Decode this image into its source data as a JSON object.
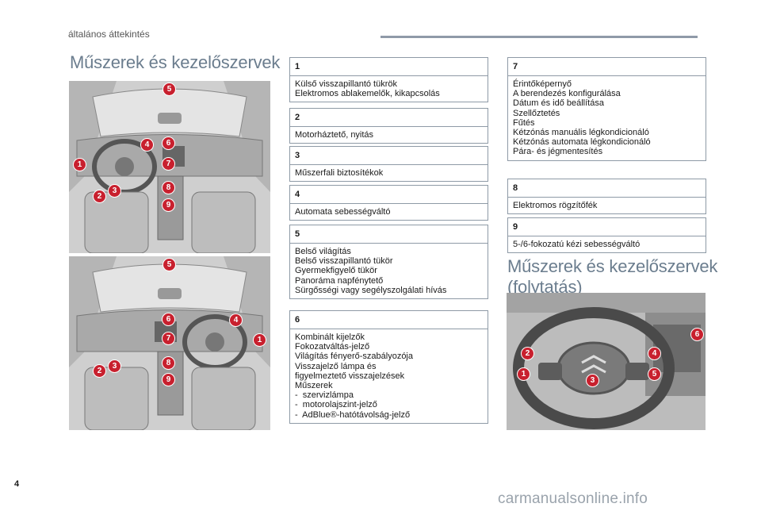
{
  "header": {
    "section": "általános áttekintés"
  },
  "page_number": "4",
  "titles": {
    "main": "Műszerek és kezelőszervek",
    "continued_line1": "Műszerek és kezelőszervek",
    "continued_line2": "(folytatás)"
  },
  "photos": {
    "top_badges": [
      "5",
      "4",
      "6",
      "1",
      "7",
      "8",
      "3",
      "2",
      "9"
    ],
    "bottom_badges": [
      "5",
      "6",
      "4",
      "1",
      "7",
      "8",
      "3",
      "2",
      "9"
    ],
    "wheel_badges": [
      "6",
      "2",
      "4",
      "5",
      "1",
      "3"
    ]
  },
  "boxes": [
    {
      "num": "1",
      "lines": [
        "Külső visszapillantó tükrök",
        "Elektromos ablakemelők, kikapcsolás"
      ]
    },
    {
      "num": "2",
      "lines": [
        "Motorháztető, nyitás"
      ]
    },
    {
      "num": "3",
      "lines": [
        "Műszerfali biztosítékok"
      ]
    },
    {
      "num": "4",
      "lines": [
        "Automata sebességváltó"
      ]
    },
    {
      "num": "5",
      "lines": [
        "Belső világítás",
        "Belső visszapillantó tükör",
        "Gyermekfigyelő tükör",
        "Panoráma napfénytető",
        "Sürgősségi vagy segélyszolgálati hívás"
      ]
    },
    {
      "num": "6",
      "lines": [
        "Kombinált kijelzők",
        "Fokozatváltás-jelző",
        "Világítás fényerő-szabályozója",
        "Visszajelző lámpa és",
        "figyelmeztető visszajelzések",
        "Műszerek",
        "-  szervizlámpa",
        "-  motorolajszint-jelző",
        "-  AdBlue®-hatótávolság-jelző"
      ]
    },
    {
      "num": "7",
      "lines": [
        "Érintőképernyő",
        "A berendezés konfigurálása",
        "Dátum és idő beállítása",
        "Szellőztetés",
        "Fűtés",
        "Kétzónás manuális légkondicionáló",
        "Kétzónás automata légkondicionáló",
        "Pára- és jégmentesítés"
      ]
    },
    {
      "num": "8",
      "lines": [
        "Elektromos rögzítőfék"
      ]
    },
    {
      "num": "9",
      "lines": [
        "5-/6-fokozatú kézi sebességváltó"
      ]
    }
  ],
  "watermark": "carmanualsonline.info",
  "colors": {
    "accent_red": "#c8202e",
    "title_blue_gray": "#6b7d8e",
    "rule": "#8f9aa8",
    "border": "#8e9aa6"
  }
}
